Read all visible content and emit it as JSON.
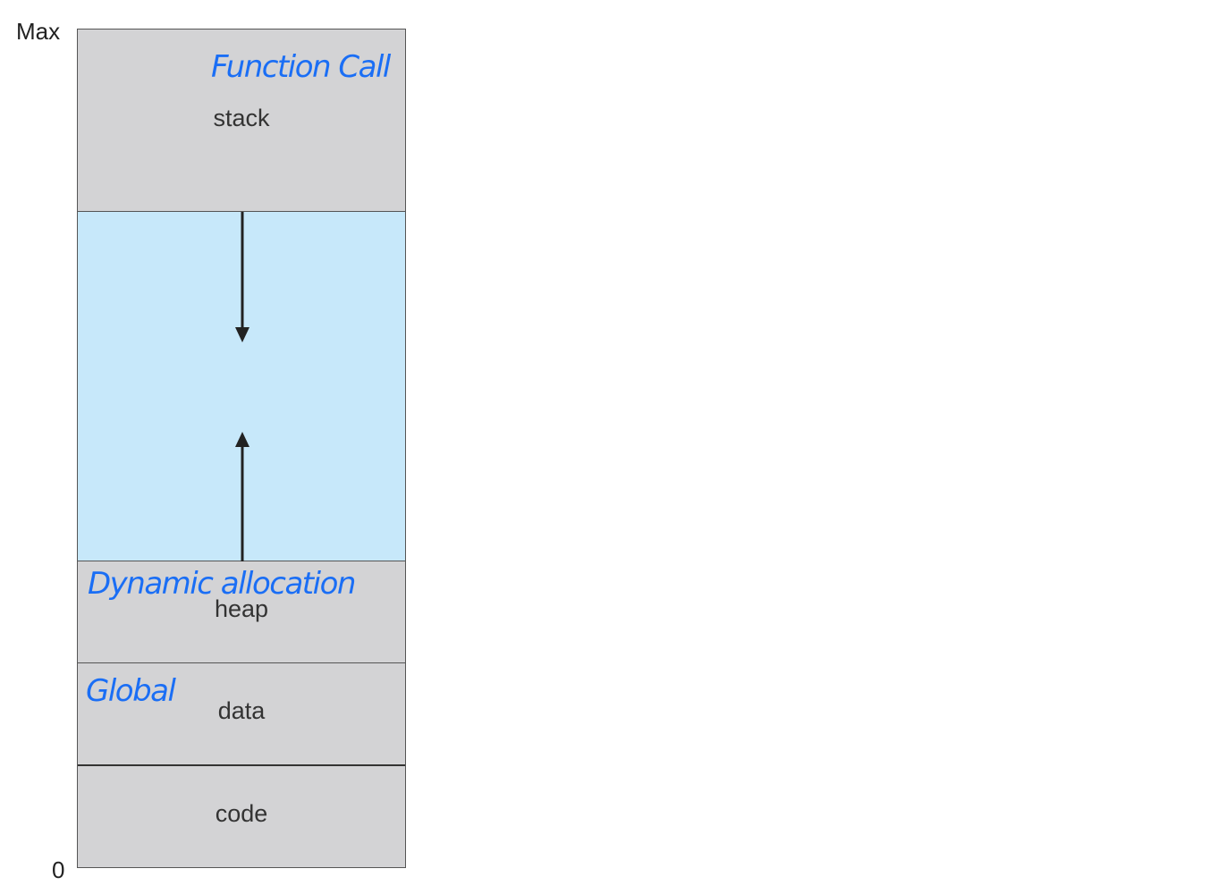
{
  "axis": {
    "max_label": "Max",
    "min_label": "0"
  },
  "segments": {
    "stack": "stack",
    "heap": "heap",
    "data": "data",
    "code": "code"
  },
  "annotations": {
    "stack_note": "Function Call",
    "heap_note": "Dynamic allocation",
    "data_note": "Global"
  },
  "colors": {
    "segment_fill": "#d3d3d5",
    "free_space_fill": "#c7e8fa",
    "border": "#555555",
    "annotation_ink": "#1a6ef5",
    "arrow": "#222222"
  }
}
